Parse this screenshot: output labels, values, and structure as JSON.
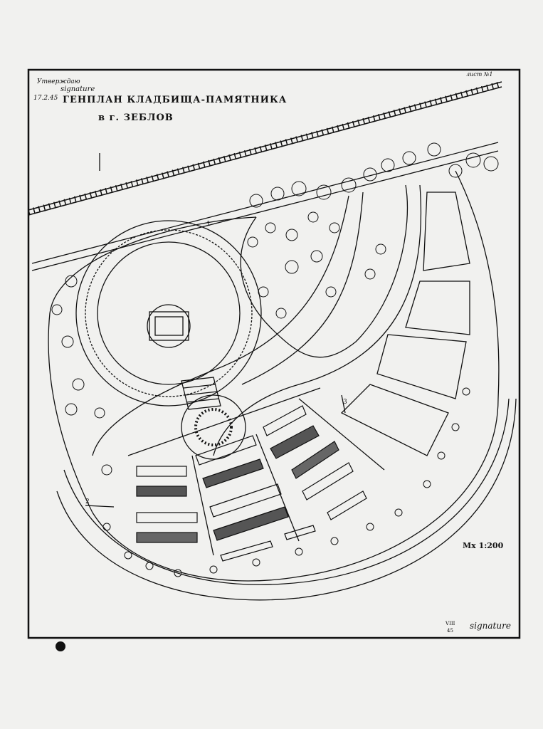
{
  "drawing": {
    "approval": "Утверждаю",
    "approval_signature": "signature",
    "date": "17.2.45",
    "title_line1": "ГЕНПЛАН КЛАДБИЩА-ПАМЯТНИКА",
    "title_line2": "в г. ЗЕБЛОВ",
    "sheet": "лист №1",
    "scale": "Мх 1:200",
    "date_stamp_month": "VIII",
    "date_stamp_year": "45",
    "author_signature": "signature",
    "section_marks": [
      "1",
      "2",
      "3"
    ]
  }
}
